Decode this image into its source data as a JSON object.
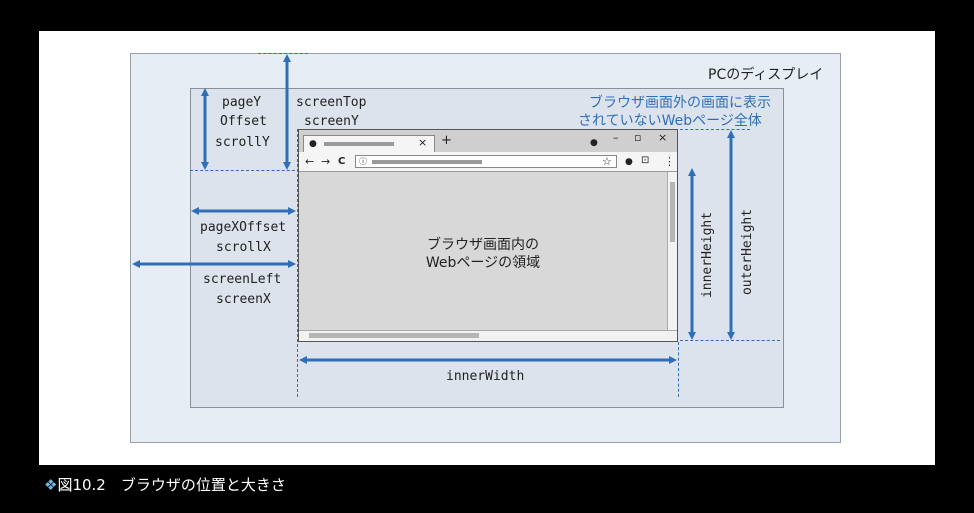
{
  "display_label": "PCのディスプレイ",
  "offscreen_note_line1": "ブラウザ画面外の画面に表示",
  "offscreen_note_line2": "されていないWebページ全体",
  "labels": {
    "pageY": "pageY",
    "offset": "Offset",
    "scrollY": "scrollY",
    "screenTop": "screenTop",
    "screenY": "screenY",
    "pageXOffset": "pageXOffset",
    "scrollX": "scrollX",
    "screenLeft": "screenLeft",
    "screenX": "screenX",
    "innerWidth": "innerWidth",
    "innerHeight": "innerHeight",
    "outerHeight": "outerHeight"
  },
  "viewport_text_line1": "ブラウザ画面内の",
  "viewport_text_line2": "Webページの領域",
  "browser": {
    "tab_close": "×",
    "new_tab": "+",
    "minimize": "–",
    "maximize": "▫",
    "close": "×",
    "back": "←",
    "forward": "→",
    "reload": "C",
    "star": "☆",
    "menu": "⋮"
  },
  "caption": {
    "mark": "❖",
    "text": "図10.2　ブラウザの位置と大きさ"
  },
  "colors": {
    "arrow": "#2f6fb8",
    "display_bg": "#e7edf5",
    "page_bg": "#dde3ec"
  }
}
